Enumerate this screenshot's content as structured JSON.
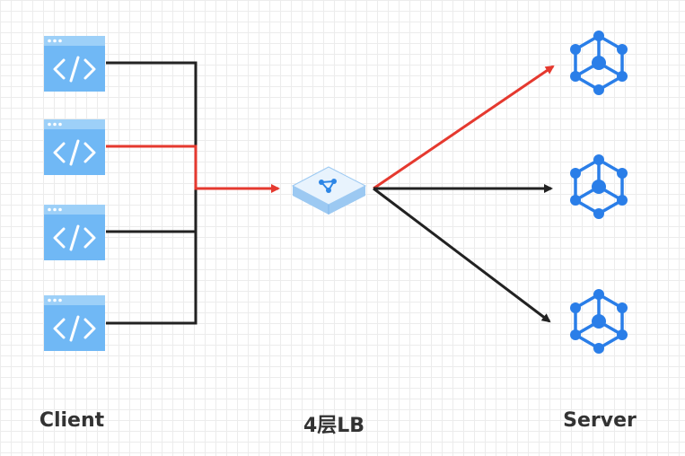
{
  "labels": {
    "client": "Client",
    "lb": "4层LB",
    "server": "Server"
  },
  "colors": {
    "client_icon": "#70b8f5",
    "client_icon_bar": "#9dd0f8",
    "lb_top": "#e8f3fd",
    "lb_side": "#9cc9f2",
    "lb_accent": "#2d86e6",
    "server": "#2a7ee8",
    "line_active": "#e5392f",
    "line_idle": "#222222"
  },
  "icons": {
    "client": "code-window-icon",
    "lb": "load-balancer-icon",
    "server": "server-cube-icon"
  }
}
